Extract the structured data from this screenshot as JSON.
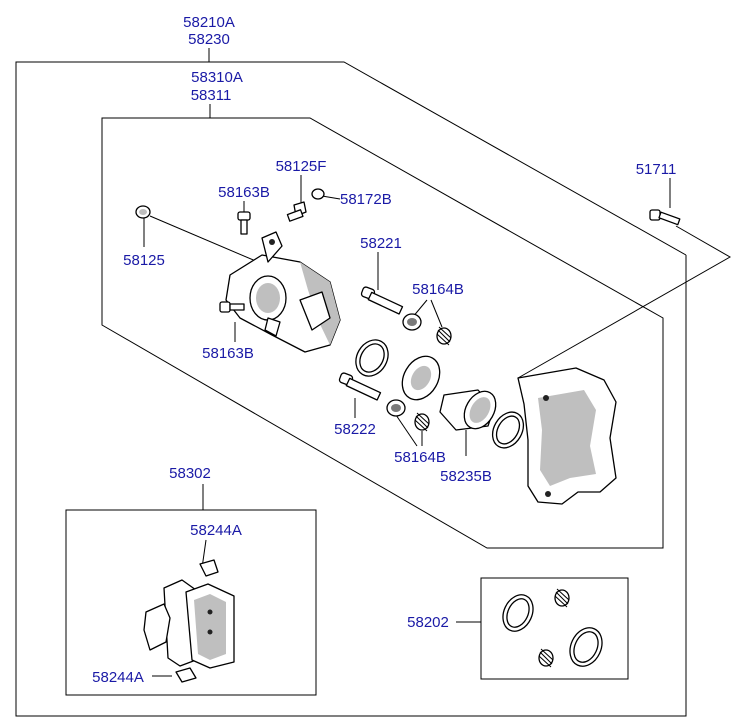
{
  "labels": {
    "assembly_code": "58210A",
    "assembly_code_alt": "58230",
    "caliper_code": "58310A",
    "caliper_code_alt": "58311",
    "bolt_58125F": "58125F",
    "bolt_58163B_top": "58163B",
    "bleeder_58172B": "58172B",
    "cap_58125": "58125",
    "bolt_58163B_bottom": "58163B",
    "pin_58221": "58221",
    "boot_58164B_top": "58164B",
    "seal_58222": "58222",
    "boot_58164B_bottom": "58164B",
    "piston_58235B": "58235B",
    "bolt_51711": "51711",
    "pad_kit_58302": "58302",
    "shim_58244A_top": "58244A",
    "shim_58244A_bottom": "58244A",
    "seal_kit_58202": "58202"
  },
  "colors": {
    "label": "#1a1aa6",
    "line": "#000000"
  }
}
